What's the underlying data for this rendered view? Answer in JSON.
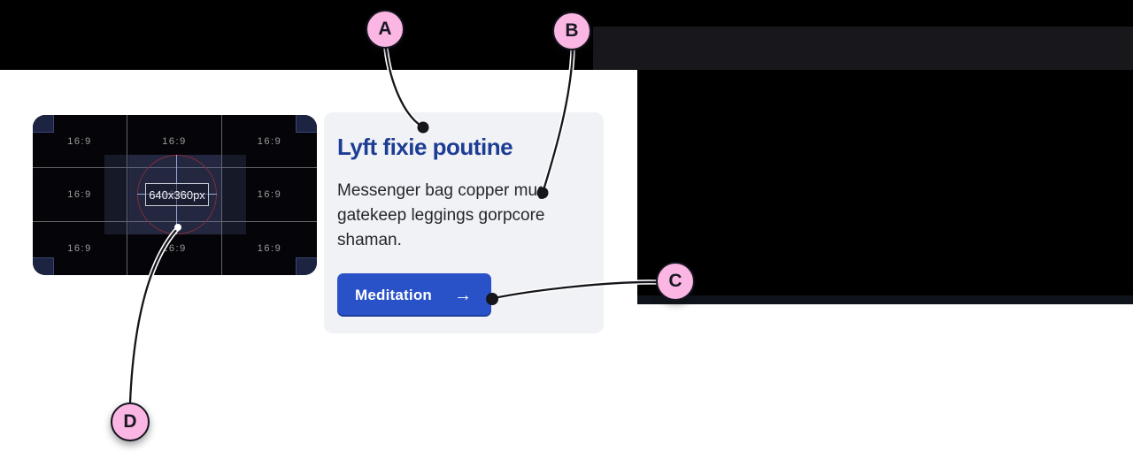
{
  "hero_bar": {
    "color": "#000000",
    "panel_color": "#17171c"
  },
  "right_media_box": {
    "body_color": "#000000",
    "control_strip_color": "#0f131a"
  },
  "video_placeholder": {
    "aspect_label": "16:9",
    "size_label": "640x360px",
    "colors": {
      "background": "#050509",
      "grid_line": "#646464",
      "cell_label": "#9d9d9d",
      "circle_stroke": "#7e2d3d",
      "crosshair": "#a9bdf2",
      "corner_fill": "#1d2442",
      "size_box_border": "#c9ced8",
      "size_text": "#eef0f4"
    }
  },
  "card": {
    "title": "Lyft fixie poutine",
    "description_lines": [
      "Messenger bag copper mug",
      "gatekeep leggings gorpcore",
      "shaman."
    ],
    "button": {
      "label": "Meditation",
      "arrow": "→"
    },
    "colors": {
      "background": "#f0f2f5",
      "title": "#1d3d95",
      "text": "#26262e",
      "button_bg": "#2a52c8",
      "button_text": "#ffffff"
    }
  },
  "annotations": {
    "marker_fill": "#fbb6e3",
    "marker_border": "#16161f",
    "line_color": "#15151b",
    "line_casing": "#ffffff",
    "markers": [
      {
        "label": "A",
        "points_to": "card-title"
      },
      {
        "label": "B",
        "points_to": "card-description"
      },
      {
        "label": "C",
        "points_to": "meditation-button"
      },
      {
        "label": "D",
        "points_to": "video-placeholder-center"
      }
    ]
  }
}
